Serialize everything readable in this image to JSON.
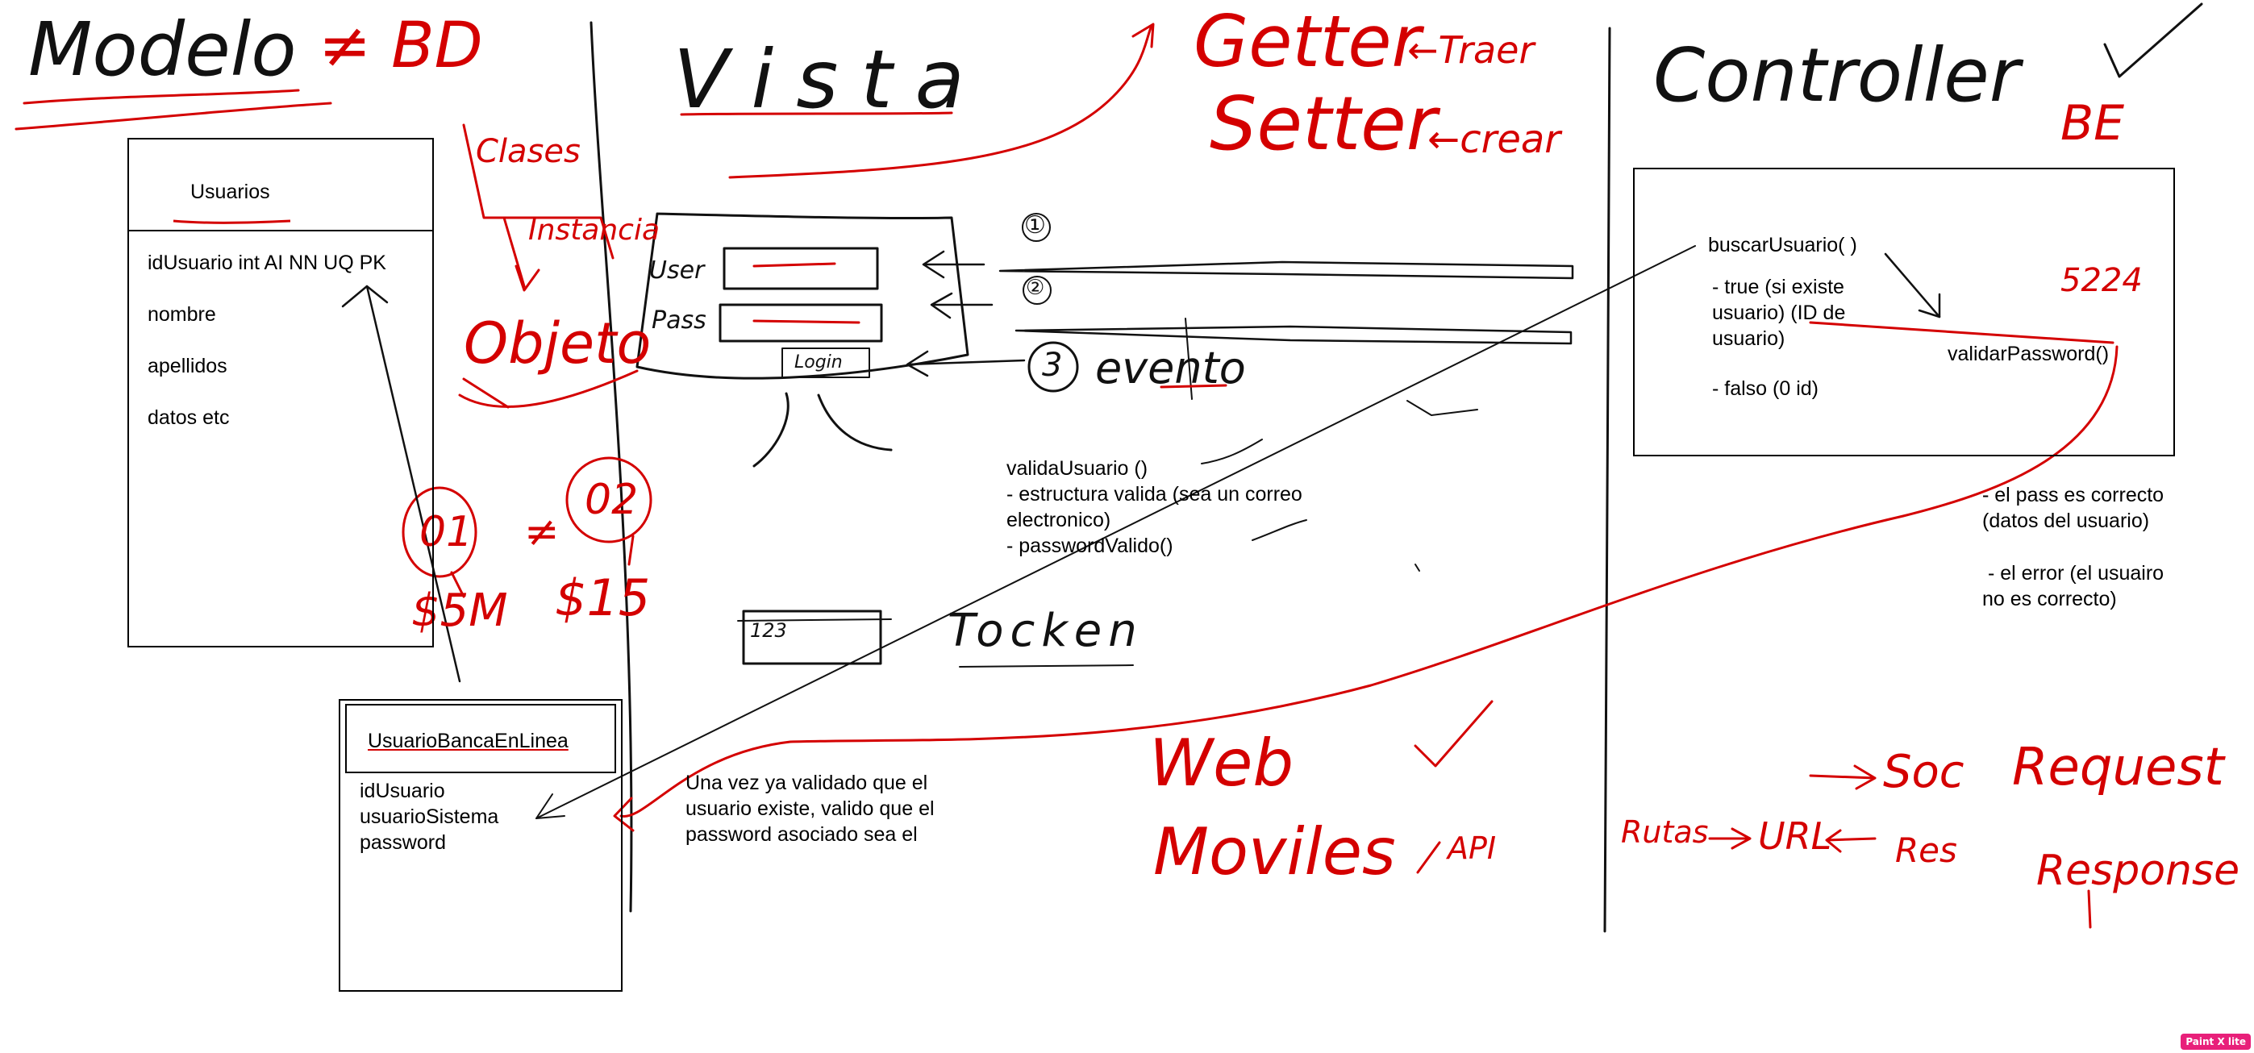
{
  "colors": {
    "ink_black": "#111111",
    "ink_red": "#d40000",
    "background": "#ffffff",
    "badge": "#e8207a"
  },
  "headings": {
    "modelo": "Modelo",
    "neq_bd": "≠ BD",
    "vista": "Vista",
    "controller": "Controller",
    "be": "BE"
  },
  "notes": {
    "getter": "Getter",
    "setter": "Setter",
    "traer": "←Traer",
    "crear": "←crear",
    "clases": "Clases",
    "instancia": "Instancia",
    "objeto": "Objeto",
    "obj1": "01",
    "obj2": "02",
    "neq": "≠",
    "money1": "$5M",
    "money2": "$15",
    "web": "Web",
    "moviles": "Moviles",
    "api": "API",
    "soc": "Soc",
    "request": "Request",
    "response": "Response",
    "rutas": "Rutas",
    "url": "URL",
    "res": "Res",
    "code": "5224",
    "evento": "evento",
    "tocken": "Tocken",
    "mark1": "①",
    "mark2": "②",
    "mark3": "3",
    "user_label": "User",
    "pass_label": "Pass",
    "login_label": "Login",
    "token_digits": "123"
  },
  "usuarios_table": {
    "title": "Usuarios",
    "fields": [
      "idUsuario int AI NN UQ PK",
      "nombre",
      "apellidos",
      "datos etc"
    ]
  },
  "banca_table": {
    "title": "UsuarioBancaEnLinea",
    "fields": [
      "idUsuario",
      "usuarioSistema",
      "password"
    ]
  },
  "controller_box": {
    "method": "buscarUsuario( )",
    "true_text": "- true (si existe\nusuario) (ID de\nusuario)",
    "false_text": "- falso (0 id)",
    "validar": "validarPassword()"
  },
  "vista_notes": {
    "valida": "validaUsuario ()\n- estructura valida (sea un correo\nelectronico)\n- passwordValido()",
    "una_vez": "Una vez ya validado que el\nusuario existe, valido que el\npassword asociado sea el"
  },
  "pass_result": {
    "correct": "- el pass es correcto\n(datos del usuario)",
    "error": " - el error (el usuairo\nno es correcto)"
  },
  "app_badge": "Paint X lite"
}
